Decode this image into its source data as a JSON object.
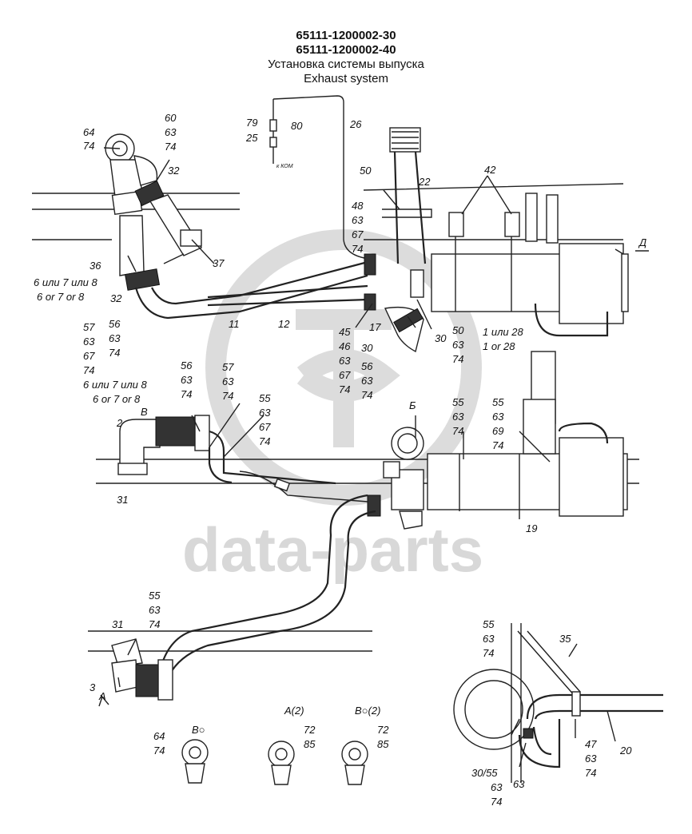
{
  "title": {
    "code1": "65111-1200002-30",
    "code2": "65111-1200002-40",
    "ru": "Установка системы выпуска",
    "en": "Exhaust system"
  },
  "watermark": {
    "text": "data-parts",
    "color": "#d8d8d8"
  },
  "view_labels": {
    "D": "Д",
    "B": "Б",
    "V": "В",
    "A": "А",
    "A2": "А(2)",
    "V2": "В○(2)",
    "Vo": "В○"
  },
  "callouts": {
    "c64a": "64",
    "c74a": "74",
    "c60": "60",
    "c63a": "63",
    "c74b": "74",
    "c32a": "32",
    "c79": "79",
    "c80": "80",
    "c25": "25",
    "kom": "к КОМ",
    "c26": "26",
    "c22": "22",
    "c50a": "50",
    "c48": "48",
    "c63b": "63",
    "c67a": "67",
    "c74c": "74",
    "c42": "42",
    "c36": "36",
    "c37": "37",
    "ru678": "6 или 7 или 8",
    "en678": "6 or 7 or 8",
    "c32b": "32",
    "c57a": "57",
    "c63c": "63",
    "c67b": "67",
    "c74d": "74",
    "c56a": "56",
    "c63d": "63",
    "c74e": "74",
    "c11": "11",
    "c12": "12",
    "c45": "45",
    "c46": "46",
    "c63e": "63",
    "c67c": "67",
    "c74f": "74",
    "c17": "17",
    "c30a": "30",
    "c56b": "56",
    "c63f": "63",
    "c74g": "74",
    "c30b": "30",
    "c50b": "50",
    "c63g": "63",
    "c74h": "74",
    "ru128": "1 или 28",
    "en128": "1 or 28",
    "c56c": "56",
    "c63h": "63",
    "c74i": "74",
    "c57b": "57",
    "c63i": "63",
    "c74j": "74",
    "ru678b": "6 или 7 или 8",
    "en678b": "6 or 7 or 8",
    "c55a": "55",
    "c63j": "63",
    "c67d": "67",
    "c74k": "74",
    "c2": "2",
    "c31a": "31",
    "c55b": "55",
    "c63k": "63",
    "c74l": "74",
    "c55c": "55",
    "c63l": "63",
    "c69": "69",
    "c74m": "74",
    "c19": "19",
    "c55d": "55",
    "c63m": "63",
    "c74n": "74",
    "c31b": "31",
    "c3": "3",
    "c55e": "55",
    "c63n": "63",
    "c74o": "74",
    "c35": "35",
    "c47": "47",
    "c63o": "63",
    "c74p": "74",
    "c20": "20",
    "c3055": "30/55",
    "c63p": "63",
    "c74q": "74",
    "c63q": "63",
    "c64b": "64",
    "c74r": "74",
    "c72a": "72",
    "c85a": "85",
    "c72b": "72",
    "c85b": "85"
  }
}
